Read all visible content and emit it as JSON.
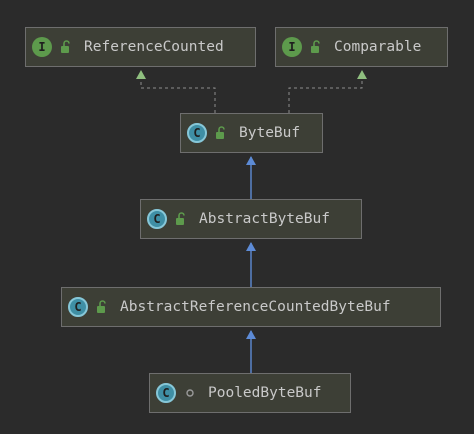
{
  "colors": {
    "background": "#2b2b2b",
    "node_fill": "#3d3f36",
    "node_border": "#6e6e6e",
    "interface_badge": "#5d9a4c",
    "class_badge": "#3f8fa5",
    "extends_arrow": "#5d8bd6",
    "implements_arrow": "#8fbf7f",
    "text": "#c9c9c9"
  },
  "nodes": [
    {
      "id": "ReferenceCounted",
      "kind": "interface",
      "kind_letter": "I",
      "visibility_icon": "public-lock-icon",
      "name": "ReferenceCounted"
    },
    {
      "id": "Comparable",
      "kind": "interface",
      "kind_letter": "I",
      "visibility_icon": "public-lock-icon",
      "name": "Comparable"
    },
    {
      "id": "ByteBuf",
      "kind": "class",
      "kind_letter": "C",
      "visibility_icon": "public-lock-icon",
      "name": "ByteBuf"
    },
    {
      "id": "AbstractByteBuf",
      "kind": "class",
      "kind_letter": "C",
      "visibility_icon": "public-lock-icon",
      "name": "AbstractByteBuf"
    },
    {
      "id": "AbstractReferenceCountedByteBuf",
      "kind": "class",
      "kind_letter": "C",
      "visibility_icon": "public-lock-icon",
      "name": "AbstractReferenceCountedByteBuf"
    },
    {
      "id": "PooledByteBuf",
      "kind": "class",
      "kind_letter": "C",
      "visibility_icon": "package-dot-icon",
      "name": "PooledByteBuf"
    }
  ],
  "edges": [
    {
      "from": "ByteBuf",
      "to": "ReferenceCounted",
      "type": "implements"
    },
    {
      "from": "ByteBuf",
      "to": "Comparable",
      "type": "implements"
    },
    {
      "from": "AbstractByteBuf",
      "to": "ByteBuf",
      "type": "extends"
    },
    {
      "from": "AbstractReferenceCountedByteBuf",
      "to": "AbstractByteBuf",
      "type": "extends"
    },
    {
      "from": "PooledByteBuf",
      "to": "AbstractReferenceCountedByteBuf",
      "type": "extends"
    }
  ]
}
